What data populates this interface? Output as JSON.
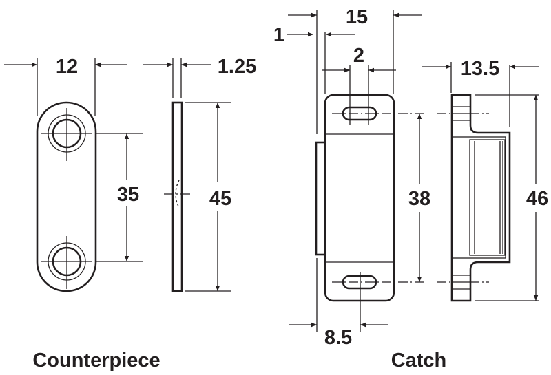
{
  "counterpiece": {
    "caption": "Counterpiece",
    "dims": {
      "width": "12",
      "thickness": "1.25",
      "hole_spacing": "35",
      "length": "45"
    }
  },
  "catch": {
    "caption": "Catch",
    "dims": {
      "offset": "1",
      "width": "15",
      "slot": "2",
      "center": "8.5",
      "depth": "13.5",
      "hole_spacing": "38",
      "length": "46"
    }
  },
  "colors": {
    "line": "#231f20",
    "background": "#ffffff"
  }
}
